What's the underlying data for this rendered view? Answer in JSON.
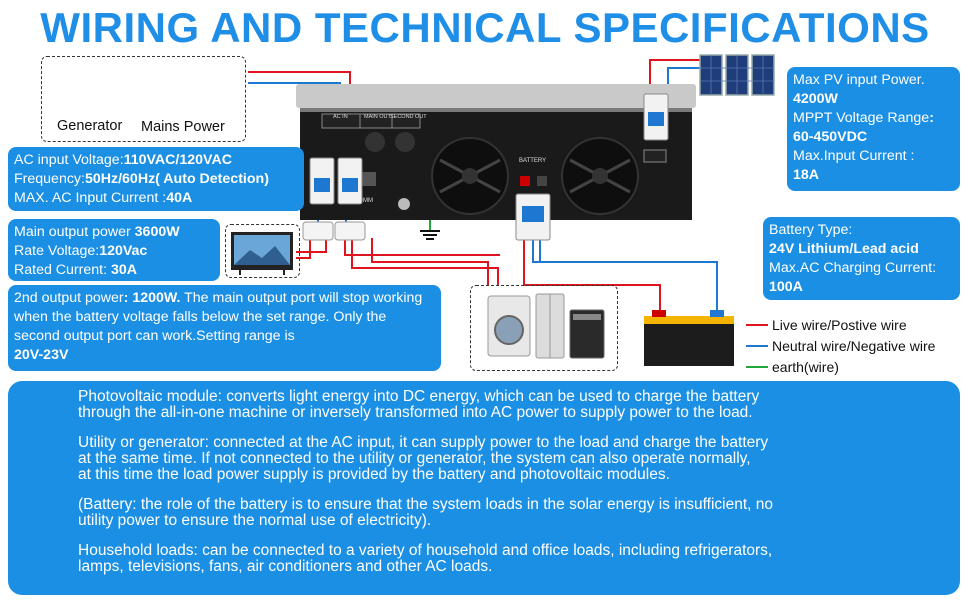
{
  "title": "WIRING AND TECHNICAL SPECIFICATIONS",
  "sources": {
    "generator_label": "Generator",
    "mains_label": "Mains Power"
  },
  "ac_input": {
    "voltage_label": "AC input Voltage:",
    "voltage_value": "110VAC/120VAC",
    "frequency_label": "Frequency:",
    "frequency_value": "50Hz/60Hz( Auto Detection)",
    "current_label": "MAX. AC Input Current :",
    "current_value": "40A"
  },
  "main_output": {
    "power_label": "Main output power ",
    "power_value": "3600W",
    "voltage_label": "Rate Voltage:",
    "voltage_value": "120Vac",
    "current_label": "Rated Current: ",
    "current_value": "30A"
  },
  "second_output": {
    "power_label": "2nd output power",
    "power_value": ": 1200W.",
    "description": " The main output port will stop working when the battery voltage falls below the set range. Only the second output port can work.Setting range is ",
    "range_value": "20V-23V"
  },
  "pv_input": {
    "power_label": "Max PV input Power.",
    "power_value": "4200W",
    "mppt_label": "MPPT Voltage Range",
    "mppt_colon": ":",
    "mppt_value": "60-450VDC",
    "current_label": "Max.Input Current :",
    "current_value": "18A"
  },
  "battery": {
    "type_label": "Battery Type:",
    "type_value": "24V Lithium/Lead acid",
    "charge_label": "Max.AC Charging Current:",
    "charge_value": "100A"
  },
  "inverter_labels": {
    "ac_in": "AC IN",
    "main_out": "MAIN OUT",
    "second_out": "SECOND OUT",
    "battery": "BATTERY",
    "comm": "COMM"
  },
  "legend": {
    "live": "Live wire/Postive wire",
    "neutral": "Neutral wire/Negative wire",
    "earth": "earth(wire)"
  },
  "colors": {
    "accent": "#1a8fe3",
    "title": "#1f8ee6",
    "live_wire": "#e0141e",
    "neutral_wire": "#1e78d2",
    "earth_wire": "#22a83a"
  },
  "descriptions": [
    "Photovoltaic module: converts light energy into DC energy, which can be used to charge the battery\nthrough the all-in-one machine or inversely transformed into AC power to supply power to the load.",
    "Utility or generator: connected at the AC input, it can supply power to the load and charge the battery\nat the same time. If not connected to the utility or generator, the system can also operate normally,\nat this time the load power supply is provided by the battery and photovoltaic modules.",
    "(Battery: the role of the battery is to ensure that the system loads in the solar energy is insufficient, no\nutility power to ensure the normal use of electricity).",
    "Household loads: can be connected to a variety of household and office loads, including refrigerators,\nlamps, televisions, fans, air conditioners and other AC loads."
  ]
}
